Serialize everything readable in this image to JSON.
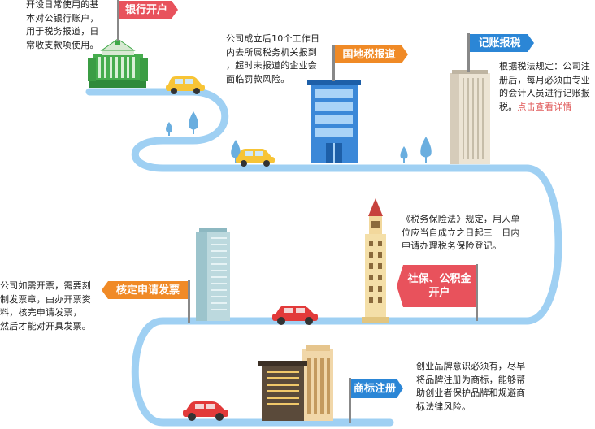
{
  "steps": {
    "bank": {
      "label": "银行开户",
      "desc": "开设日常使用的基\n本对公银行账户，\n用于税务报道，日\n常收支款项使用。"
    },
    "tax_report": {
      "label": "国地税报道",
      "desc": "公司成立后10个工作日\n内去所属税务机关报到\n，超时未报道的企业会\n面临罚款风险。"
    },
    "bookkeeping": {
      "label": "记账报税",
      "desc": "根据税法规定：公司注\n册后，每月必须由专业\n的会计人员进行记账报\n税。",
      "link": "点击查看详情"
    },
    "social": {
      "label_line1": "社保、公积金",
      "label_line2": "开户",
      "desc": "《税务保险法》规定，用人单\n位应当自成立之日起三十日内\n申请办理税务保险登记。"
    },
    "invoice": {
      "label": "核定申请发票",
      "desc": "公司如需开票，需要刻\n制发票章，由办开票资\n料，核完申请发票，\n然后才能对开具发票。"
    },
    "trademark": {
      "label": "商标注册",
      "desc": "创业品牌意识必须有，尽早\n将品牌注册为商标，能够帮\n助创业者保护品牌和规避商\n标法律风险。"
    }
  },
  "colors": {
    "road": "#9fd0f3",
    "flag_red": "#e8525c",
    "flag_orange": "#f08a26",
    "flag_blue": "#2b86d6",
    "car_yellow": "#f7c436",
    "car_red": "#e23a3a",
    "bank_green": "#3fa847",
    "link_red": "#e05a5a"
  }
}
